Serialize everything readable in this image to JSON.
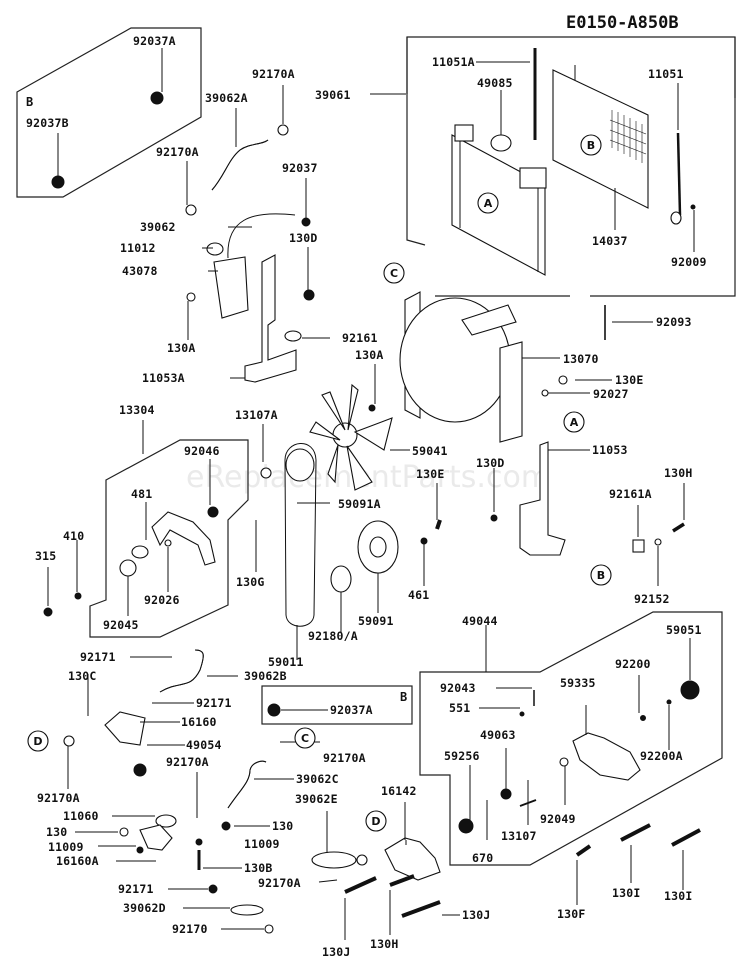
{
  "diagram": {
    "title": "E0150-A850B",
    "watermark": "eReplacementParts.com",
    "group_box_labels": {
      "b_top": "B",
      "b_mid": "B"
    },
    "callouts": [
      "A",
      "B",
      "C",
      "D"
    ],
    "labels": {
      "p92037A_top": "92037A",
      "p92037B": "92037B",
      "p92170A_1": "92170A",
      "p39062A": "39062A",
      "p39061": "39061",
      "p92170A_2": "92170A",
      "p92037": "92037",
      "p39062": "39062",
      "p130D_1": "130D",
      "p11012": "11012",
      "p43078": "43078",
      "p130A_1": "130A",
      "p92161": "92161",
      "p130A_2": "130A",
      "p11053A": "11053A",
      "p11051A": "11051A",
      "p49085": "49085",
      "p11051": "11051",
      "p14037": "14037",
      "p92009": "92009",
      "p92093": "92093",
      "p13070": "13070",
      "p130E_1": "130E",
      "p92027": "92027",
      "p11053": "11053",
      "p59041": "59041",
      "p13304": "13304",
      "p13107A": "13107A",
      "p92046": "92046",
      "p481": "481",
      "p410": "410",
      "p315": "315",
      "p92026": "92026",
      "p92045": "92045",
      "p130G": "130G",
      "p59091A": "59091A",
      "p130E_2": "130E",
      "p130D_2": "130D",
      "p130H_1": "130H",
      "p92161A": "92161A",
      "p92152": "92152",
      "p461": "461",
      "p59091": "59091",
      "p92180A": "92180/A",
      "p59011": "59011",
      "p49044": "49044",
      "p59051": "59051",
      "p92171_1": "92171",
      "p130C": "130C",
      "p39062B": "39062B",
      "p92171_2": "92171",
      "p16160": "16160",
      "p49054": "49054",
      "p92170A_3": "92170A",
      "p92037A_mid": "92037A",
      "p92170A_4": "92170A",
      "p92170A_5": "92170A",
      "p39062C": "39062C",
      "p39062E": "39062E",
      "p11060": "11060",
      "p130_1": "130",
      "p130_2": "130",
      "p11009_1": "11009",
      "p11009_2": "11009",
      "p16160A": "16160A",
      "p130B": "130B",
      "p92171_3": "92171",
      "p39062D": "39062D",
      "p92170": "92170",
      "p92170A_6": "92170A",
      "p92043": "92043",
      "p551": "551",
      "p49063": "49063",
      "p59256": "59256",
      "p16142": "16142",
      "p670": "670",
      "p13107": "13107",
      "p59335": "59335",
      "p92200": "92200",
      "p92200A": "92200A",
      "p92049": "92049",
      "p130J_1": "130J",
      "p130J_2": "130J",
      "p130H_2": "130H",
      "p130F": "130F",
      "p130I_1": "130I",
      "p130I_2": "130I"
    }
  }
}
